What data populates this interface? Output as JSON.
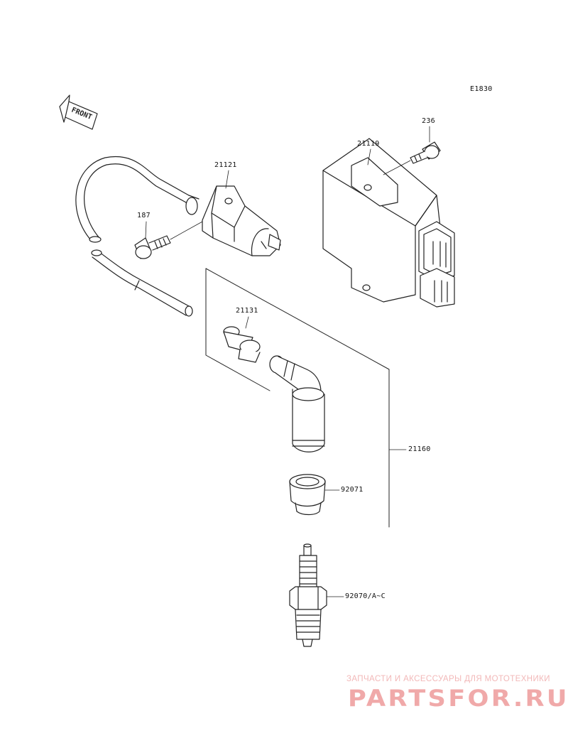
{
  "diagram_code": "E1830",
  "front_label": "FRONT",
  "parts": [
    {
      "number": "236"
    },
    {
      "number": "21119"
    },
    {
      "number": "21121"
    },
    {
      "number": "187"
    },
    {
      "number": "21131"
    },
    {
      "number": "21160"
    },
    {
      "number": "92071"
    },
    {
      "number": "92070/A~C"
    }
  ],
  "watermark": {
    "subtitle": "ЗАПЧАСТИ И АКСЕССУАРЫ ДЛЯ МОТОТЕХНИКИ",
    "brand": "PARTSFOR.RU",
    "color": "#f0a9a9"
  },
  "colors": {
    "line": "#222222",
    "background": "#ffffff"
  }
}
